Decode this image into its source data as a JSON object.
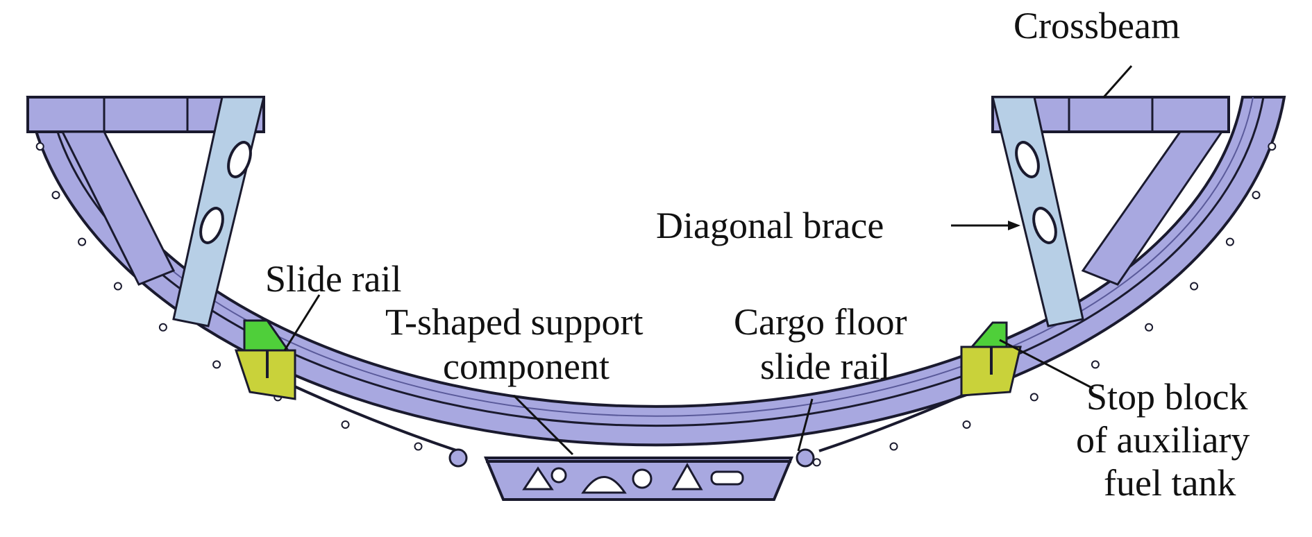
{
  "labels": {
    "crossbeam": "Crossbeam",
    "diagonal_brace": "Diagonal brace",
    "slide_rail": "Slide rail",
    "t_support_line1": "T-shaped support",
    "t_support_line2": "component",
    "cargo_rail_line1": "Cargo floor",
    "cargo_rail_line2": "slide rail",
    "stop_block_line1": "Stop block",
    "stop_block_line2": "of auxiliary",
    "stop_block_line3": "fuel tank"
  },
  "colors": {
    "frame_fill": "#a8a8e0",
    "frame_dark": "#7e7ec8",
    "brace_fill": "#b7cfe6",
    "outline": "#1a1a2e",
    "stop_green": "#4fcf3a",
    "stop_yellow": "#c9d23a",
    "background": "#ffffff"
  }
}
